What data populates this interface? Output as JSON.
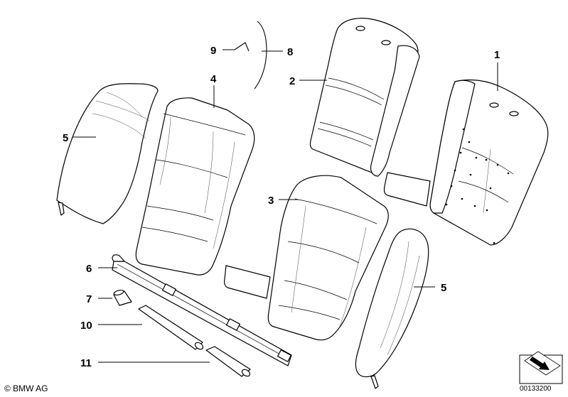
{
  "diagram": {
    "callouts": [
      {
        "id": "c1",
        "label": "1"
      },
      {
        "id": "c2",
        "label": "2"
      },
      {
        "id": "c3",
        "label": "3"
      },
      {
        "id": "c4",
        "label": "4"
      },
      {
        "id": "c5a",
        "label": "5"
      },
      {
        "id": "c5b",
        "label": "5"
      },
      {
        "id": "c6",
        "label": "6"
      },
      {
        "id": "c7",
        "label": "7"
      },
      {
        "id": "c8",
        "label": "8"
      },
      {
        "id": "c9",
        "label": "9"
      },
      {
        "id": "c10",
        "label": "10"
      },
      {
        "id": "c11",
        "label": "11"
      }
    ],
    "footer": {
      "copyright": "© BMW AG",
      "document_number": "00133200"
    },
    "icons": [
      "arrow-icon"
    ]
  }
}
